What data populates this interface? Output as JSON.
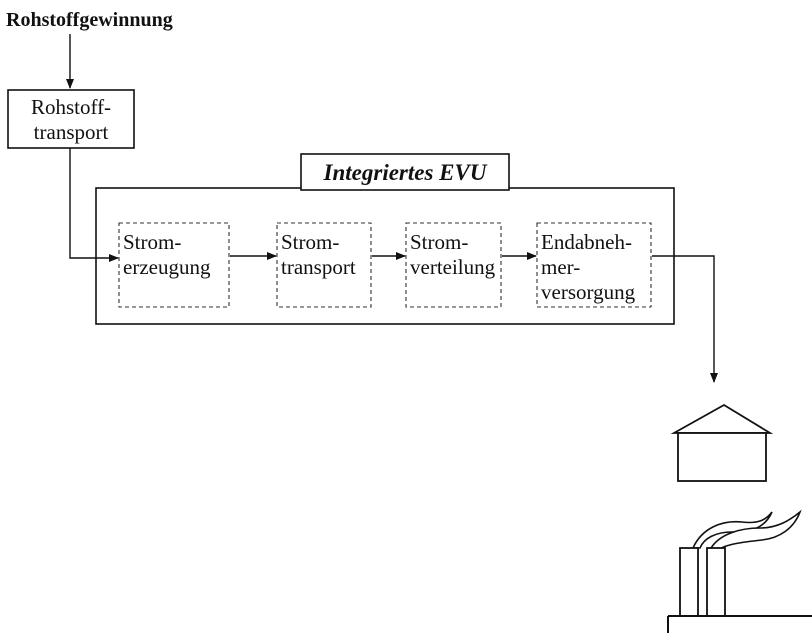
{
  "source_label": "Rohstoffgewinnung",
  "transport_box": {
    "line1": "Rohstoff-",
    "line2": "transport"
  },
  "evu_title": "Integriertes EVU",
  "stages": [
    {
      "lines": [
        "Strom-",
        "erzeugung"
      ]
    },
    {
      "lines": [
        "Strom-",
        "transport"
      ]
    },
    {
      "lines": [
        "Strom-",
        "verteilung"
      ]
    },
    {
      "lines": [
        "Endabneh-",
        "mer-",
        "versorgung"
      ]
    }
  ],
  "consumers": [
    {
      "icon": "house-icon"
    },
    {
      "icon": "factory-icon"
    }
  ]
}
